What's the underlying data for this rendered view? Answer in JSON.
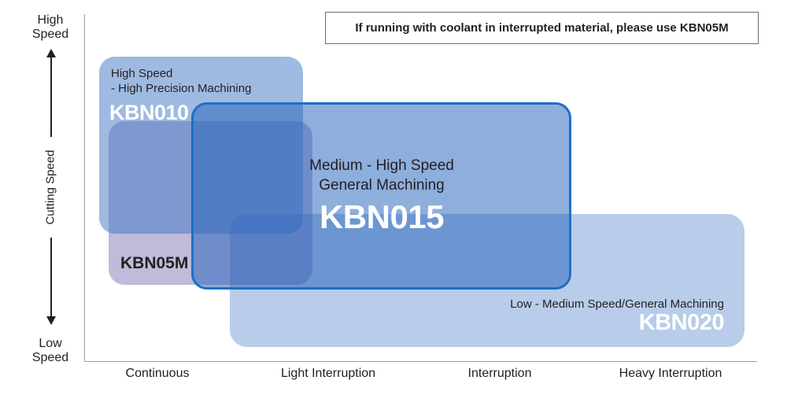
{
  "note": "If running with coolant in interrupted material, please use KBN05M",
  "y_axis": {
    "top_label_line1": "High",
    "top_label_line2": "Speed",
    "bottom_label_line1": "Low",
    "bottom_label_line2": "Speed",
    "title": "Cutting Speed"
  },
  "x_axis": {
    "labels": [
      "Continuous",
      "Light Interruption",
      "Interruption",
      "Heavy Interruption"
    ]
  },
  "regions": {
    "kbn010": {
      "desc_line1": "High Speed",
      "desc_line2": "- High Precision Machining",
      "code": "KBN010"
    },
    "kbn05m": {
      "code": "KBN05M"
    },
    "kbn015": {
      "desc_line1": "Medium - High Speed",
      "desc_line2": "General Machining",
      "code": "KBN015"
    },
    "kbn020": {
      "desc": "Low - Medium Speed/General Machining",
      "code": "KBN020"
    }
  },
  "colors": {
    "kbn010": "#4076c4",
    "kbn05m": "#6055a2",
    "kbn015": "#2663bc",
    "kbn015_border": "#1e6fc6",
    "kbn020": "#739ad3",
    "axis": "#9d9d9d",
    "text": "#231f20"
  }
}
